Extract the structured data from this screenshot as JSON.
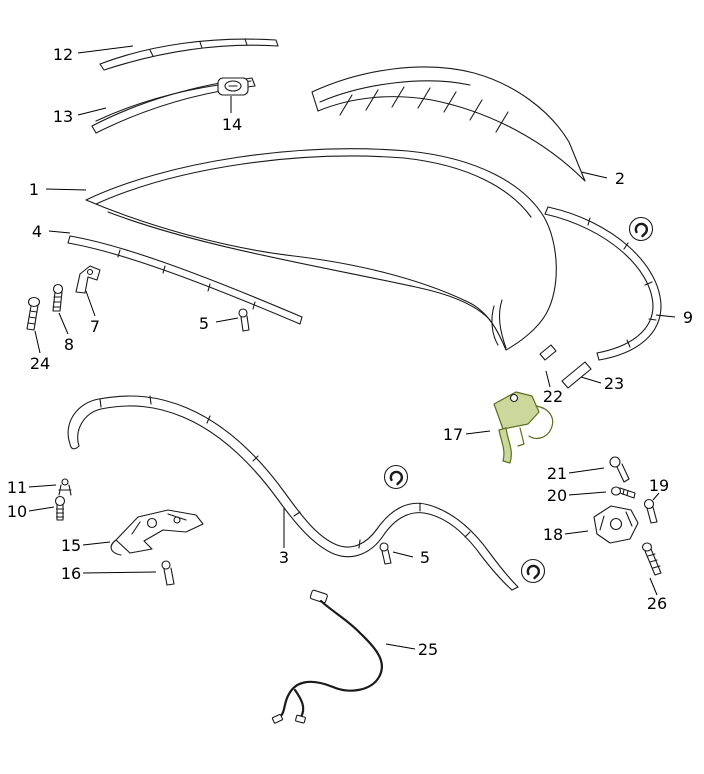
{
  "diagram": {
    "background_color": "#ffffff",
    "line_color": "#1a1a1a",
    "highlight_fill_color": "#ccd89b",
    "highlight_stroke_color": "#5d6e1f",
    "labels": {
      "p1": "1",
      "p2": "2",
      "p3": "3",
      "p4": "4",
      "p5a": "5",
      "p5b": "5",
      "p7": "7",
      "p8": "8",
      "p9": "9",
      "p10": "10",
      "p11": "11",
      "p12": "12",
      "p13": "13",
      "p14": "14",
      "p15": "15",
      "p16": "16",
      "p17": "17",
      "p18": "18",
      "p19": "19",
      "p20": "20",
      "p21": "21",
      "p22": "22",
      "p23": "23",
      "p24": "24",
      "p25": "25",
      "p26": "26"
    }
  }
}
